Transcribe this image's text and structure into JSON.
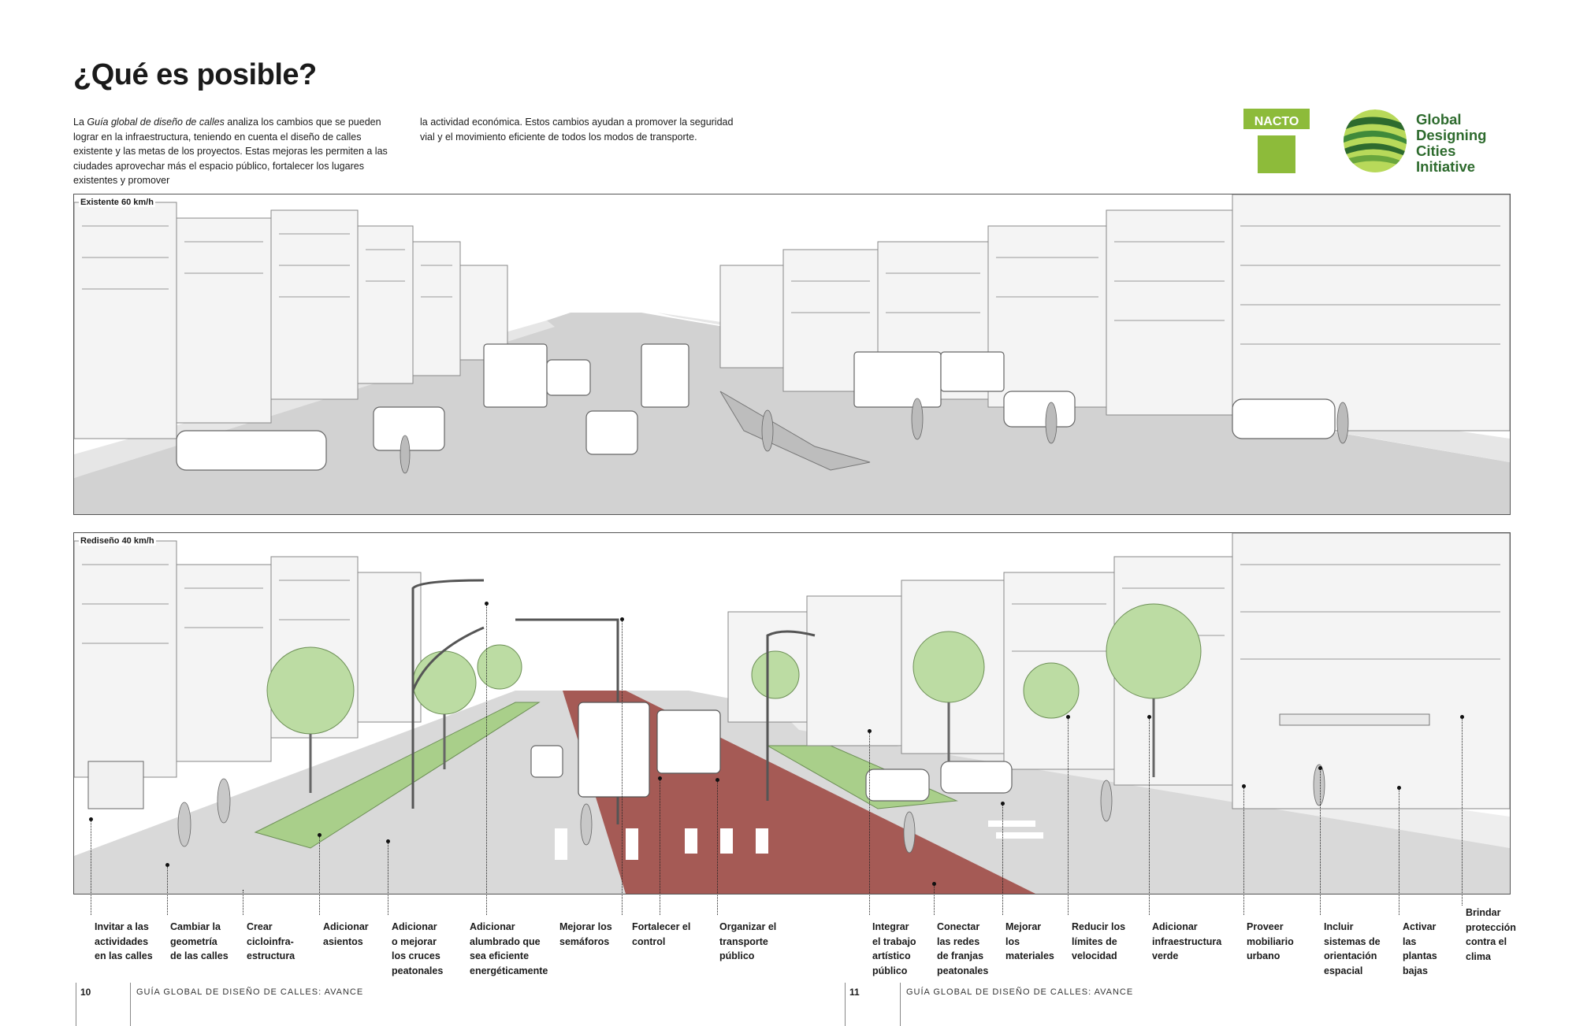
{
  "title": "¿Qué es posible?",
  "intro": {
    "col1_pre": "La ",
    "col1_em": "Guía global de diseño de calles",
    "col1_post": " analiza los cambios que se pueden lograr en la infraestructura, teniendo en cuenta el diseño de calles existente y las metas de los proyectos. Estas mejoras les permiten a las ciudades aprovechar más el espacio público, fortalecer los lugares existentes y promover",
    "col2": "la actividad económica. Estos cambios ayudan a promover la seguridad vial y el movimiento eficiente de todos los modos de transporte."
  },
  "logos": {
    "nacto": "NACTO",
    "gdci": [
      "Global",
      "Designing",
      "Cities",
      "Initiative"
    ],
    "nacto_color": "#8dbb3a",
    "gdci_color": "#2e6b2e"
  },
  "panels": {
    "existing_label": "Existente 60 km/h",
    "redesign_label": "Rediseño 40 km/h"
  },
  "callouts": [
    {
      "id": "c1",
      "lines": [
        "Invitar a las",
        "actividades",
        "en las calles"
      ]
    },
    {
      "id": "c2",
      "lines": [
        "Cambiar la",
        "geometría",
        "de las calles"
      ]
    },
    {
      "id": "c3",
      "lines": [
        "Crear",
        "cicloinfra-",
        "estructura"
      ]
    },
    {
      "id": "c4",
      "lines": [
        "Adicionar",
        "asientos"
      ]
    },
    {
      "id": "c5",
      "lines": [
        "Adicionar",
        "o mejorar",
        "los cruces",
        "peatonales"
      ]
    },
    {
      "id": "c6",
      "lines": [
        "Adicionar",
        "alumbrado que",
        "sea eficiente",
        "energéticamente"
      ]
    },
    {
      "id": "c7",
      "lines": [
        "Mejorar los",
        "semáforos"
      ]
    },
    {
      "id": "c8",
      "lines": [
        "Fortalecer el",
        "control"
      ]
    },
    {
      "id": "c9",
      "lines": [
        "Organizar el",
        "transporte",
        "público"
      ]
    },
    {
      "id": "c10",
      "lines": [
        "Integrar",
        "el trabajo",
        "artístico",
        "público"
      ]
    },
    {
      "id": "c11",
      "lines": [
        "Conectar",
        "las redes",
        "de franjas",
        "peatonales"
      ]
    },
    {
      "id": "c12",
      "lines": [
        "Mejorar",
        "los",
        "materiales"
      ]
    },
    {
      "id": "c13",
      "lines": [
        "Reducir los",
        "límites de",
        "velocidad"
      ]
    },
    {
      "id": "c14",
      "lines": [
        "Adicionar",
        "infraestructura",
        "verde"
      ]
    },
    {
      "id": "c15",
      "lines": [
        "Proveer",
        "mobiliario",
        "urbano"
      ]
    },
    {
      "id": "c16",
      "lines": [
        "Incluir",
        "sistemas de",
        "orientación",
        "espacial"
      ]
    },
    {
      "id": "c17",
      "lines": [
        "Activar",
        "las",
        "plantas",
        "bajas"
      ]
    },
    {
      "id": "c18",
      "lines": [
        "Brindar",
        "protección",
        "contra el",
        "clima"
      ]
    }
  ],
  "footer": {
    "left_page": "10",
    "right_page": "11",
    "left_running": "GUÍA GLOBAL DE DISEÑO DE CALLES: AVANCE",
    "right_running": "GUÍA GLOBAL DE DISEÑO DE CALLES: AVANCE"
  },
  "colors": {
    "bus_lane": "#a55a55",
    "green_infra": "#a9cf8a",
    "road": "#cfcfcf"
  }
}
